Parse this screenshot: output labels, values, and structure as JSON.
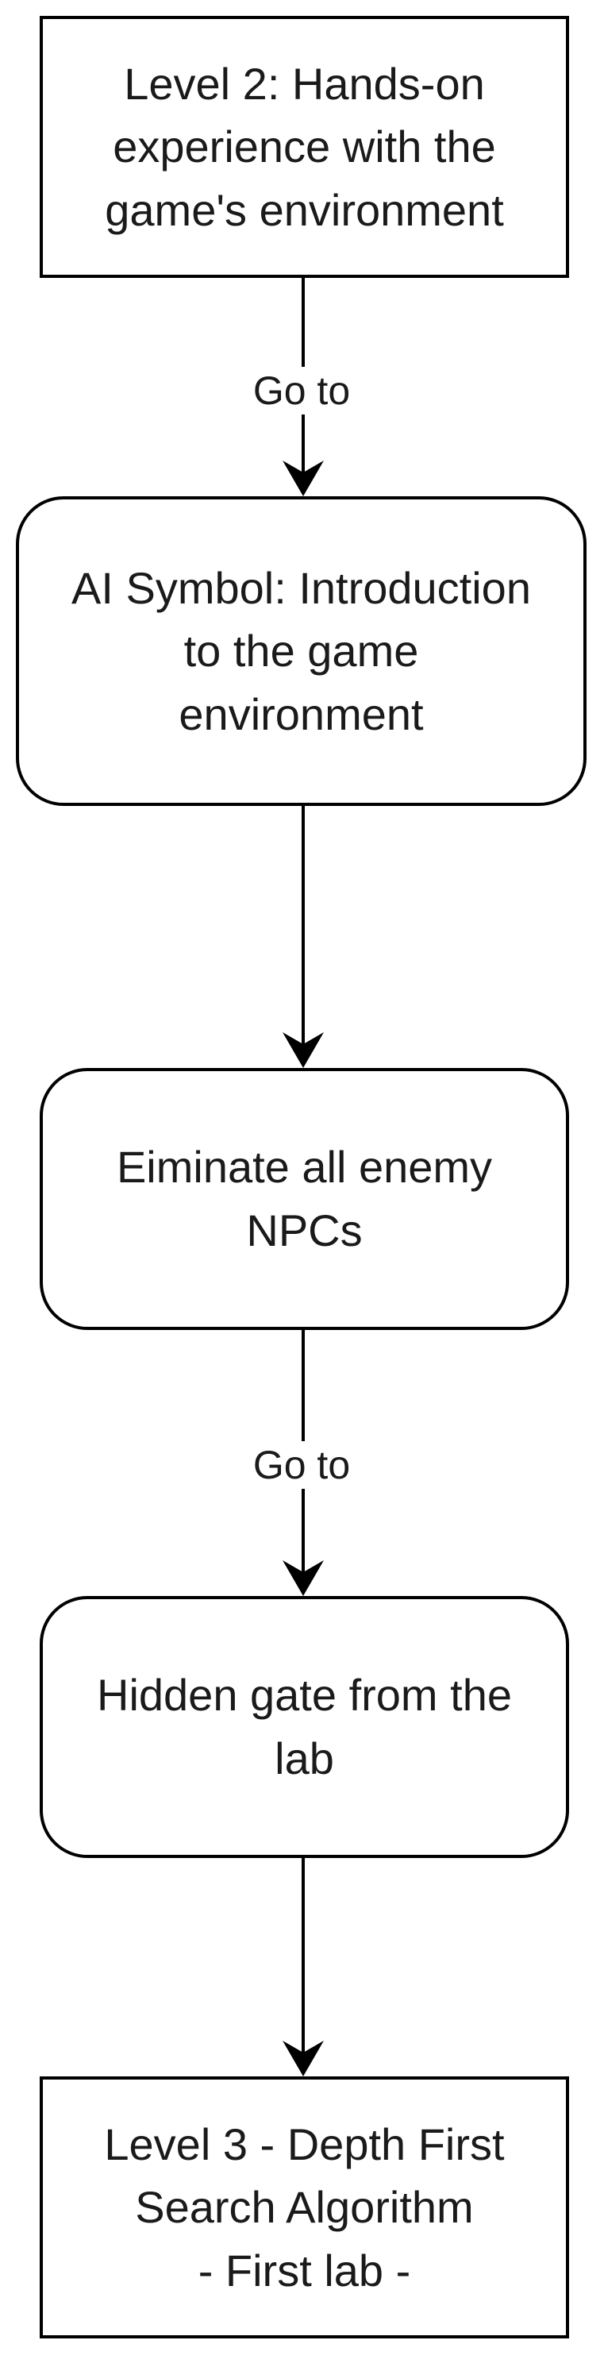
{
  "nodes": [
    {
      "id": "level-2",
      "label": "Level 2: Hands-on\nexperience with the\ngame's environment",
      "shape": "rectangle"
    },
    {
      "id": "ai-symbol",
      "label": "AI Symbol: Introduction\nto the game\nenvironment",
      "shape": "rounded-rectangle"
    },
    {
      "id": "eliminate",
      "label": "Eiminate all enemy\nNPCs",
      "shape": "rounded-rectangle"
    },
    {
      "id": "hidden-gate",
      "label": "Hidden gate from the\nlab",
      "shape": "rounded-rectangle"
    },
    {
      "id": "level-3",
      "label": "Level 3 - Depth First\nSearch Algorithm\n- First lab -",
      "shape": "rectangle"
    }
  ],
  "edges": [
    {
      "from": "level-2",
      "to": "ai-symbol",
      "label": "Go to"
    },
    {
      "from": "ai-symbol",
      "to": "eliminate",
      "label": ""
    },
    {
      "from": "eliminate",
      "to": "hidden-gate",
      "label": "Go to"
    },
    {
      "from": "hidden-gate",
      "to": "level-3",
      "label": ""
    }
  ],
  "colors": {
    "stroke": "#000000",
    "fill": "#ffffff",
    "text": "#1a1a1a"
  }
}
